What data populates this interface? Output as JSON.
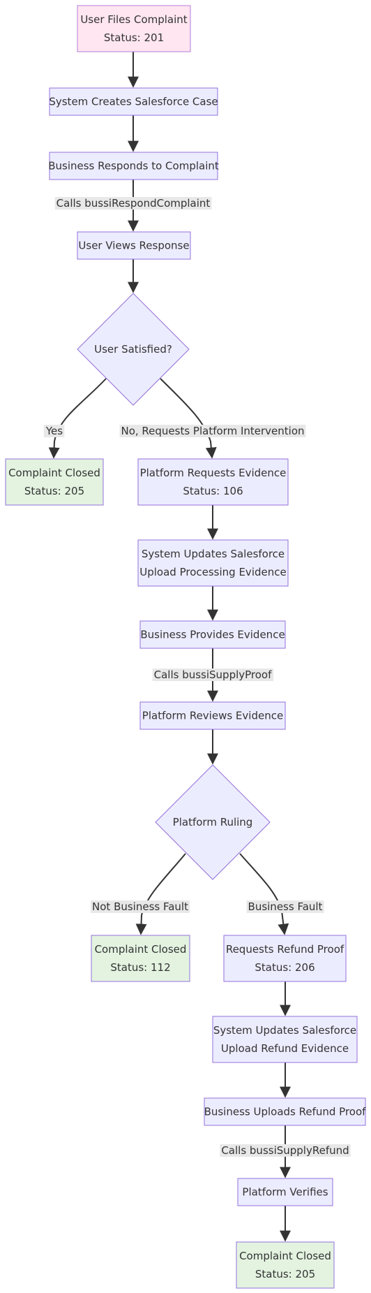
{
  "colors": {
    "default_fill": "#ECECFF",
    "default_stroke": "#9370DB",
    "start_fill": "#FFE6F0",
    "start_stroke": "#B57BDB",
    "closed_fill": "#E3F3E0",
    "closed_stroke": "#9370DB",
    "edge": "#333333",
    "label_bg": "#E8E8E8",
    "text": "#333333"
  },
  "nodes": {
    "n1": {
      "lines": [
        "User Files Complaint",
        "Status: 201"
      ],
      "style": "start"
    },
    "n2": {
      "lines": [
        "System Creates Salesforce Case"
      ],
      "style": "default"
    },
    "n3": {
      "lines": [
        "Business Responds to Complaint"
      ],
      "style": "default"
    },
    "n4": {
      "lines": [
        "User Views Response"
      ],
      "style": "default"
    },
    "n5": {
      "lines": [
        "User Satisfied?"
      ],
      "style": "default"
    },
    "n6": {
      "lines": [
        "Complaint Closed",
        "Status: 205"
      ],
      "style": "closed"
    },
    "n7": {
      "lines": [
        "Platform Requests Evidence",
        "Status: 106"
      ],
      "style": "default"
    },
    "n8": {
      "lines": [
        "System Updates Salesforce",
        "Upload Processing Evidence"
      ],
      "style": "default"
    },
    "n9": {
      "lines": [
        "Business Provides Evidence"
      ],
      "style": "default"
    },
    "n10": {
      "lines": [
        "Platform Reviews Evidence"
      ],
      "style": "default"
    },
    "n11": {
      "lines": [
        "Platform Ruling"
      ],
      "style": "default"
    },
    "n12": {
      "lines": [
        "Complaint Closed",
        "Status: 112"
      ],
      "style": "closed"
    },
    "n13": {
      "lines": [
        "Requests Refund Proof",
        "Status: 206"
      ],
      "style": "default"
    },
    "n14": {
      "lines": [
        "System Updates Salesforce",
        "Upload Refund Evidence"
      ],
      "style": "default"
    },
    "n15": {
      "lines": [
        "Business Uploads Refund Proof"
      ],
      "style": "default"
    },
    "n16": {
      "lines": [
        "Platform Verifies"
      ],
      "style": "default"
    },
    "n17": {
      "lines": [
        "Complaint Closed",
        "Status: 205"
      ],
      "style": "closed"
    }
  },
  "edges": {
    "e1": {
      "from": "n1",
      "to": "n2",
      "label": ""
    },
    "e2": {
      "from": "n2",
      "to": "n3",
      "label": ""
    },
    "e3": {
      "from": "n3",
      "to": "n4",
      "label": "Calls bussiRespondComplaint"
    },
    "e4": {
      "from": "n4",
      "to": "n5",
      "label": ""
    },
    "e5": {
      "from": "n5",
      "to": "n6",
      "label": "Yes"
    },
    "e6": {
      "from": "n5",
      "to": "n7",
      "label": "No, Requests Platform Intervention"
    },
    "e7": {
      "from": "n7",
      "to": "n8",
      "label": ""
    },
    "e8": {
      "from": "n8",
      "to": "n9",
      "label": ""
    },
    "e9": {
      "from": "n9",
      "to": "n10",
      "label": "Calls bussiSupplyProof"
    },
    "e10": {
      "from": "n10",
      "to": "n11",
      "label": ""
    },
    "e11": {
      "from": "n11",
      "to": "n12",
      "label": "Not Business Fault"
    },
    "e12": {
      "from": "n11",
      "to": "n13",
      "label": "Business Fault"
    },
    "e13": {
      "from": "n13",
      "to": "n14",
      "label": ""
    },
    "e14": {
      "from": "n14",
      "to": "n15",
      "label": ""
    },
    "e15": {
      "from": "n15",
      "to": "n16",
      "label": "Calls bussiSupplyRefund"
    },
    "e16": {
      "from": "n16",
      "to": "n17",
      "label": ""
    }
  }
}
